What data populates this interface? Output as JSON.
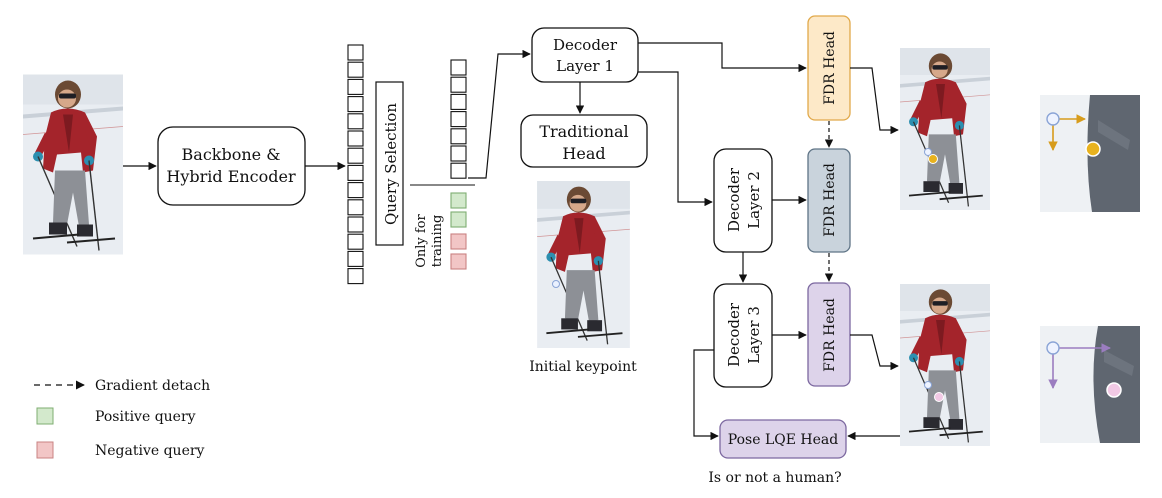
{
  "labels": {
    "backbone_line1": "Backbone &",
    "backbone_line2": "Hybrid Encoder",
    "query_selection": "Query Selection",
    "only_for_line1": "Only for",
    "only_for_line2": "training",
    "decoder1_line1": "Decoder",
    "decoder1_line2": "Layer 1",
    "decoder2_line1": "Decoder",
    "decoder2_line2": "Layer 2",
    "decoder3_line1": "Decoder",
    "decoder3_line2": "Layer 3",
    "traditional_line1": "Traditional",
    "traditional_line2": "Head",
    "fdr_head_1": "FDR Head",
    "fdr_head_2": "FDR Head",
    "fdr_head_3": "FDR Head",
    "initial_keypoint": "Initial keypoint",
    "pose_lqe_head": "Pose LQE Head",
    "human_question": "Is or not a human?"
  },
  "legend": {
    "gradient_detach": "Gradient detach",
    "positive_query": "Positive query",
    "negative_query": "Negative query"
  },
  "colors": {
    "positive": "#d3e9cc",
    "positive_border": "#7fae72",
    "negative": "#f2c6c6",
    "negative_border": "#c98383",
    "fdr1_fill": "#fde9c8",
    "fdr1_border": "#e1a94a",
    "fdr2_fill": "#c9d3dc",
    "fdr2_border": "#5f7486",
    "fdr3_fill": "#ddd3ea",
    "fdr3_border": "#7c68a0",
    "lqe_fill": "#ddd3ea",
    "keypoint_orange": "#e8b21e",
    "keypoint_pink": "#f2c9e5",
    "arrow_orange": "#d79c1b",
    "arrow_purple": "#9b7dc0"
  },
  "icons": {
    "photos": "skier-photo",
    "zoom": "zoom-crop"
  }
}
